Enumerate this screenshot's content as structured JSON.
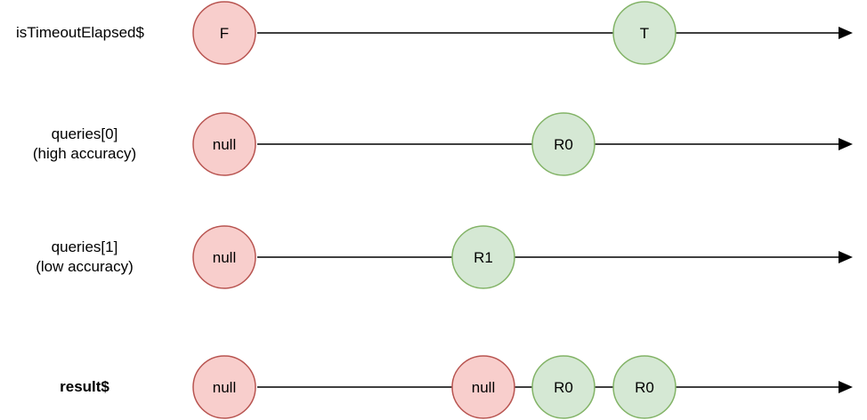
{
  "streams": [
    {
      "label": "isTimeoutElapsed$",
      "bold": false,
      "marbles": [
        {
          "text": "F",
          "state": "red"
        },
        {
          "text": "T",
          "state": "green"
        }
      ]
    },
    {
      "label": "queries[0]\n(high accuracy)",
      "bold": false,
      "marbles": [
        {
          "text": "null",
          "state": "red"
        },
        {
          "text": "R0",
          "state": "green"
        }
      ]
    },
    {
      "label": "queries[1]\n(low accuracy)",
      "bold": false,
      "marbles": [
        {
          "text": "null",
          "state": "red"
        },
        {
          "text": "R1",
          "state": "green"
        }
      ]
    },
    {
      "label": "result$",
      "bold": true,
      "marbles": [
        {
          "text": "null",
          "state": "red"
        },
        {
          "text": "null",
          "state": "red"
        },
        {
          "text": "R0",
          "state": "green"
        },
        {
          "text": "R0",
          "state": "green"
        }
      ]
    }
  ],
  "colors": {
    "red_fill": "#f8cecc",
    "red_stroke": "#b85450",
    "green_fill": "#d5e8d4",
    "green_stroke": "#82b366",
    "line": "#000000"
  }
}
